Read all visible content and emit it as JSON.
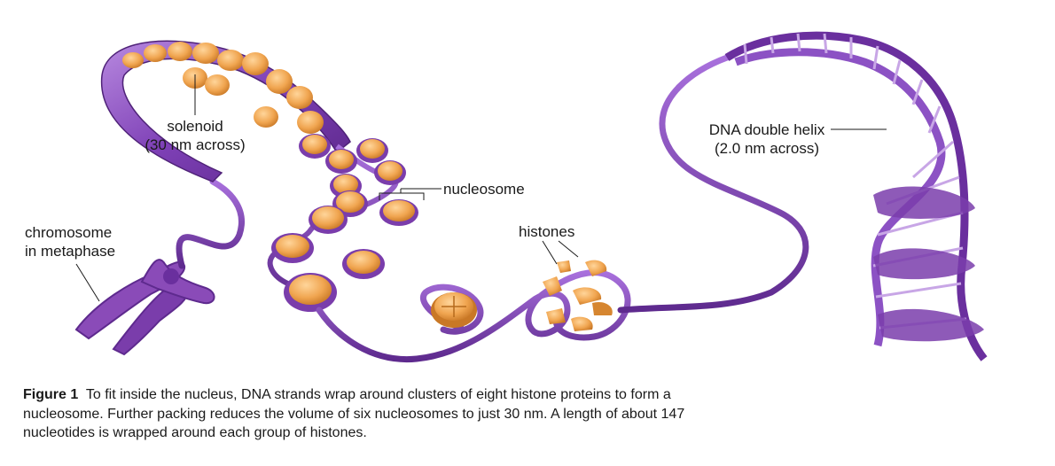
{
  "labels": {
    "solenoid": [
      "solenoid",
      "(30 nm across)"
    ],
    "nucleosome": "nucleosome",
    "chromosome": [
      "chromosome",
      "in metaphase"
    ],
    "histones": "histones",
    "helix": [
      "DNA double helix",
      "(2.0 nm across)"
    ]
  },
  "caption": {
    "figure_label": "Figure 1",
    "text": "To fit inside the nucleus, DNA strands wrap around clusters of eight histone proteins to form a nucleosome. Further packing reduces the volume of six nucleosomes to just 30 nm. A length of about 147 nucleotides is wrapped around each group of histones."
  },
  "colors": {
    "dna_dark": "#6a2f9e",
    "dna_mid": "#8c52c4",
    "dna_light": "#c8a6e6",
    "histone": "#f0a550",
    "histone_dark": "#c97826",
    "chromosome": "#8a4bb8"
  }
}
